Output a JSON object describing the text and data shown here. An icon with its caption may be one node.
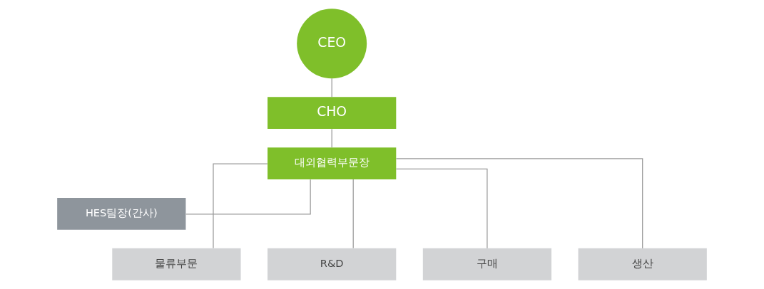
{
  "diagram": {
    "nodes": [
      {
        "text": [
          "CEO"
        ]
      },
      {
        "text": [
          "CHO"
        ]
      },
      {
        "text": [
          "대외협력부문장"
        ]
      },
      {
        "text": [
          "HES팀장(간사)"
        ]
      },
      {
        "text": [
          "물류부문"
        ]
      },
      {
        "text": [
          "R&D"
        ]
      },
      {
        "text": [
          "구매"
        ]
      },
      {
        "text": [
          "생산"
        ]
      }
    ],
    "edges": [
      {
        "from": 0,
        "to": 1,
        "arrow": "none"
      },
      {
        "from": 1,
        "to": 2,
        "arrow": "none"
      },
      {
        "from": 2,
        "to": 3,
        "arrow": "none"
      },
      {
        "from": 2,
        "to": 4,
        "arrow": "none"
      },
      {
        "from": 2,
        "to": 5,
        "arrow": "none"
      },
      {
        "from": 2,
        "to": 6,
        "arrow": "none"
      },
      {
        "from": 2,
        "to": 7,
        "arrow": "none"
      }
    ]
  }
}
